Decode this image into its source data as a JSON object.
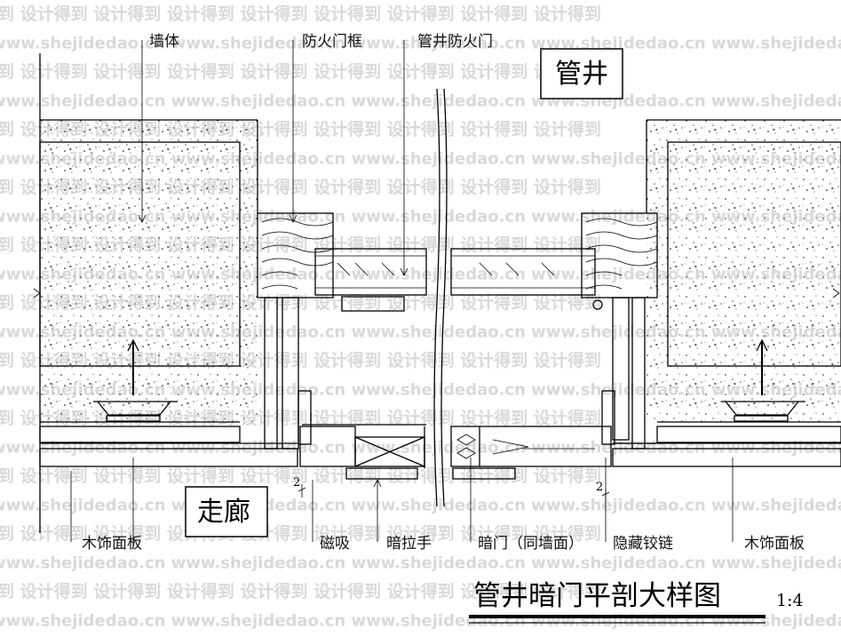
{
  "watermark": {
    "text_cn": "设计得到",
    "text_url": "www.shejidedao.cn"
  },
  "labels": {
    "wall": "墙体",
    "door_frame": "防火门框",
    "shaft_fire_door": "管井防火门",
    "shaft": "管井",
    "corridor": "走廊",
    "wood_panel_left": "木饰面板",
    "magnet": "磁吸",
    "hidden_handle": "暗拉手",
    "hidden_door": "暗门（同墙面）",
    "hidden_hinge": "隐藏铰链",
    "wood_panel_right": "木饰面板",
    "dim_left": "2",
    "dim_right": "2"
  },
  "title": {
    "text": "管井暗门平剖大样图",
    "scale": "1:4"
  }
}
